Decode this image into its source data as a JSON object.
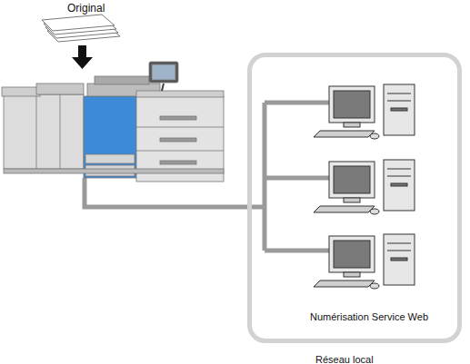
{
  "diagram": {
    "nodes": [
      {
        "text": [
          "Numérisation Service Web",
          "Réseau local"
        ]
      }
    ],
    "labels": [
      "Original"
    ]
  }
}
